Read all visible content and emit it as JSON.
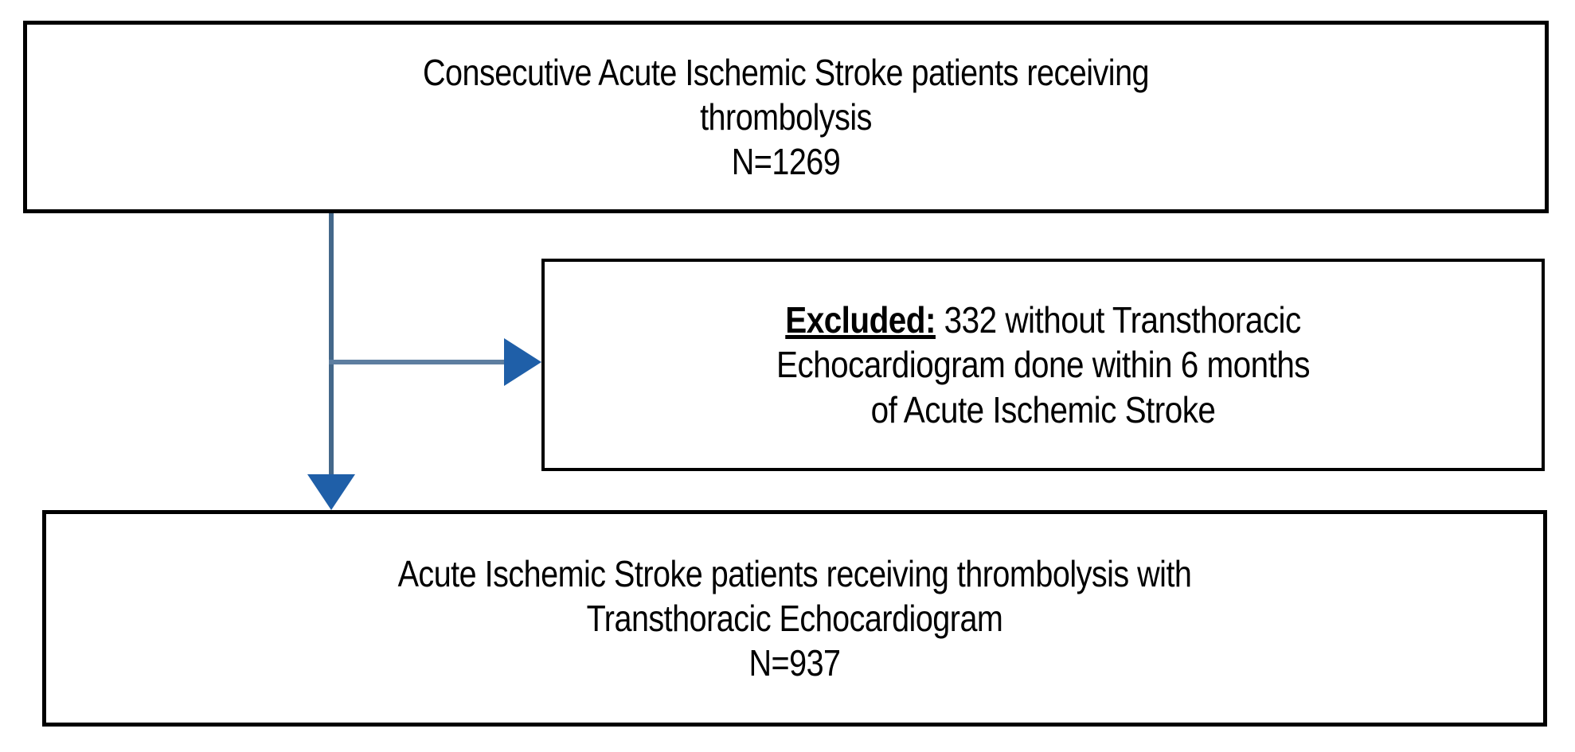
{
  "diagram": {
    "type": "flowchart",
    "title": "Acute Ischemic Stroke thrombolysis cohort flow diagram",
    "colors": {
      "box_border": "#000000",
      "box_fill": "#ffffff",
      "text": "#000000",
      "connector_line": "#44688a",
      "arrowhead": "#1f5fa8"
    },
    "nodes": [
      {
        "id": "enrolled",
        "lines": [
          "Consecutive Acute Ischemic Stroke patients receiving",
          "thrombolysis",
          "N=1269"
        ],
        "count_label": "N=1269",
        "count": 1269
      },
      {
        "id": "excluded",
        "lines": [
          "Excluded: 332 without Transthoracic",
          "Echocardiogram done within 6 months",
          "of Acute Ischemic Stroke"
        ],
        "emphasis_label": "Excluded:",
        "line1_rest": " 332 without Transthoracic",
        "line2": "Echocardiogram done within 6 months",
        "line3": "of Acute Ischemic Stroke",
        "count": 332
      },
      {
        "id": "included",
        "lines": [
          "Acute Ischemic Stroke patients receiving thrombolysis with",
          "Transthoracic Echocardiogram",
          "N=937"
        ],
        "count_label": "N=937",
        "count": 937
      }
    ],
    "edges": [
      {
        "id": "enrolled-to-included",
        "from": "enrolled",
        "to": "included",
        "shape": "vertical",
        "arrowhead": "down"
      },
      {
        "id": "enrolled-to-excluded",
        "from": "enrolled",
        "to": "excluded",
        "shape": "horizontal-branch",
        "arrowhead": "right"
      }
    ]
  }
}
